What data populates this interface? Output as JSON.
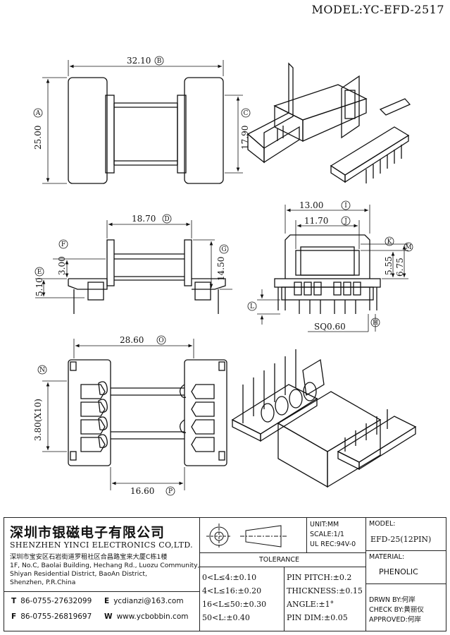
{
  "header": {
    "model": "MODEL:YC-EFD-2517"
  },
  "dims": {
    "top_width": "32.10",
    "top_height": "25.00",
    "top_inner": "17.90",
    "side_width": "18.70",
    "side_height": "14.50",
    "side_f": "3.00",
    "side_e": "5.10",
    "front_i": "13.00",
    "front_j": "11.70",
    "front_k": "5.55",
    "front_m": "6.75",
    "front_h": "SQ0.60",
    "bottom_width": "28.60",
    "bottom_n": "3.80(X10)",
    "bottom_p": "16.60"
  },
  "circles": {
    "A": "A",
    "B": "B",
    "C": "C",
    "D": "D",
    "E": "E",
    "F": "F",
    "G": "G",
    "H": "H",
    "I": "I",
    "J": "J",
    "K": "K",
    "L": "L",
    "M": "M",
    "N": "N",
    "O": "O",
    "P": "P"
  },
  "company": {
    "name_cn": "深圳市银磁电子有限公司",
    "name_en": "SHENZHEN YINCI ELECTRONICS CO,LTD.",
    "addr1": "深圳市宝安区石岩街道罗租社区合昌路宝来大厦C栋1楼",
    "addr2": "1F, No.C, Baolai Building, Hechang Rd., Luozu Community,",
    "addr3": "Shiyan Residential District, BaoAn District,",
    "addr4": "Shenzhen, P.R.China",
    "t_label": "T",
    "t_value": "86-0755-27632099",
    "f_label": "F",
    "f_value": "86-0755-26819697",
    "e_label": "E",
    "e_value": "ycdianzi@163.com",
    "w_label": "W",
    "w_value": "www.ycbobbin.com"
  },
  "info": {
    "unit": "UNIT:MM",
    "scale": "SCALE:1/1",
    "ul": "UL REC:94V-0",
    "tolerance": "TOLERANCE",
    "tol1": "0<L≤4:±0.10",
    "tol2": "4<L≤16:±0.20",
    "tol3": "16<L≤50:±0.30",
    "tol4": "50<L:±0.40",
    "pin_pitch": "PIN PITCH:±0.2",
    "thickness": "THICKNESS:±0.15",
    "angle": "ANGLE:±1°",
    "pin_dim": "PIN DIM:±0.05",
    "model_label": "MODEL:",
    "model_value": "EFD-25(12PIN)",
    "material_label": "MATERIAL:",
    "material_value": "PHENOLIC",
    "drwn": "DRWN BY:何岸",
    "check": "CHECK BY:黄丽仪",
    "approved": "APPROVED:何岸"
  }
}
